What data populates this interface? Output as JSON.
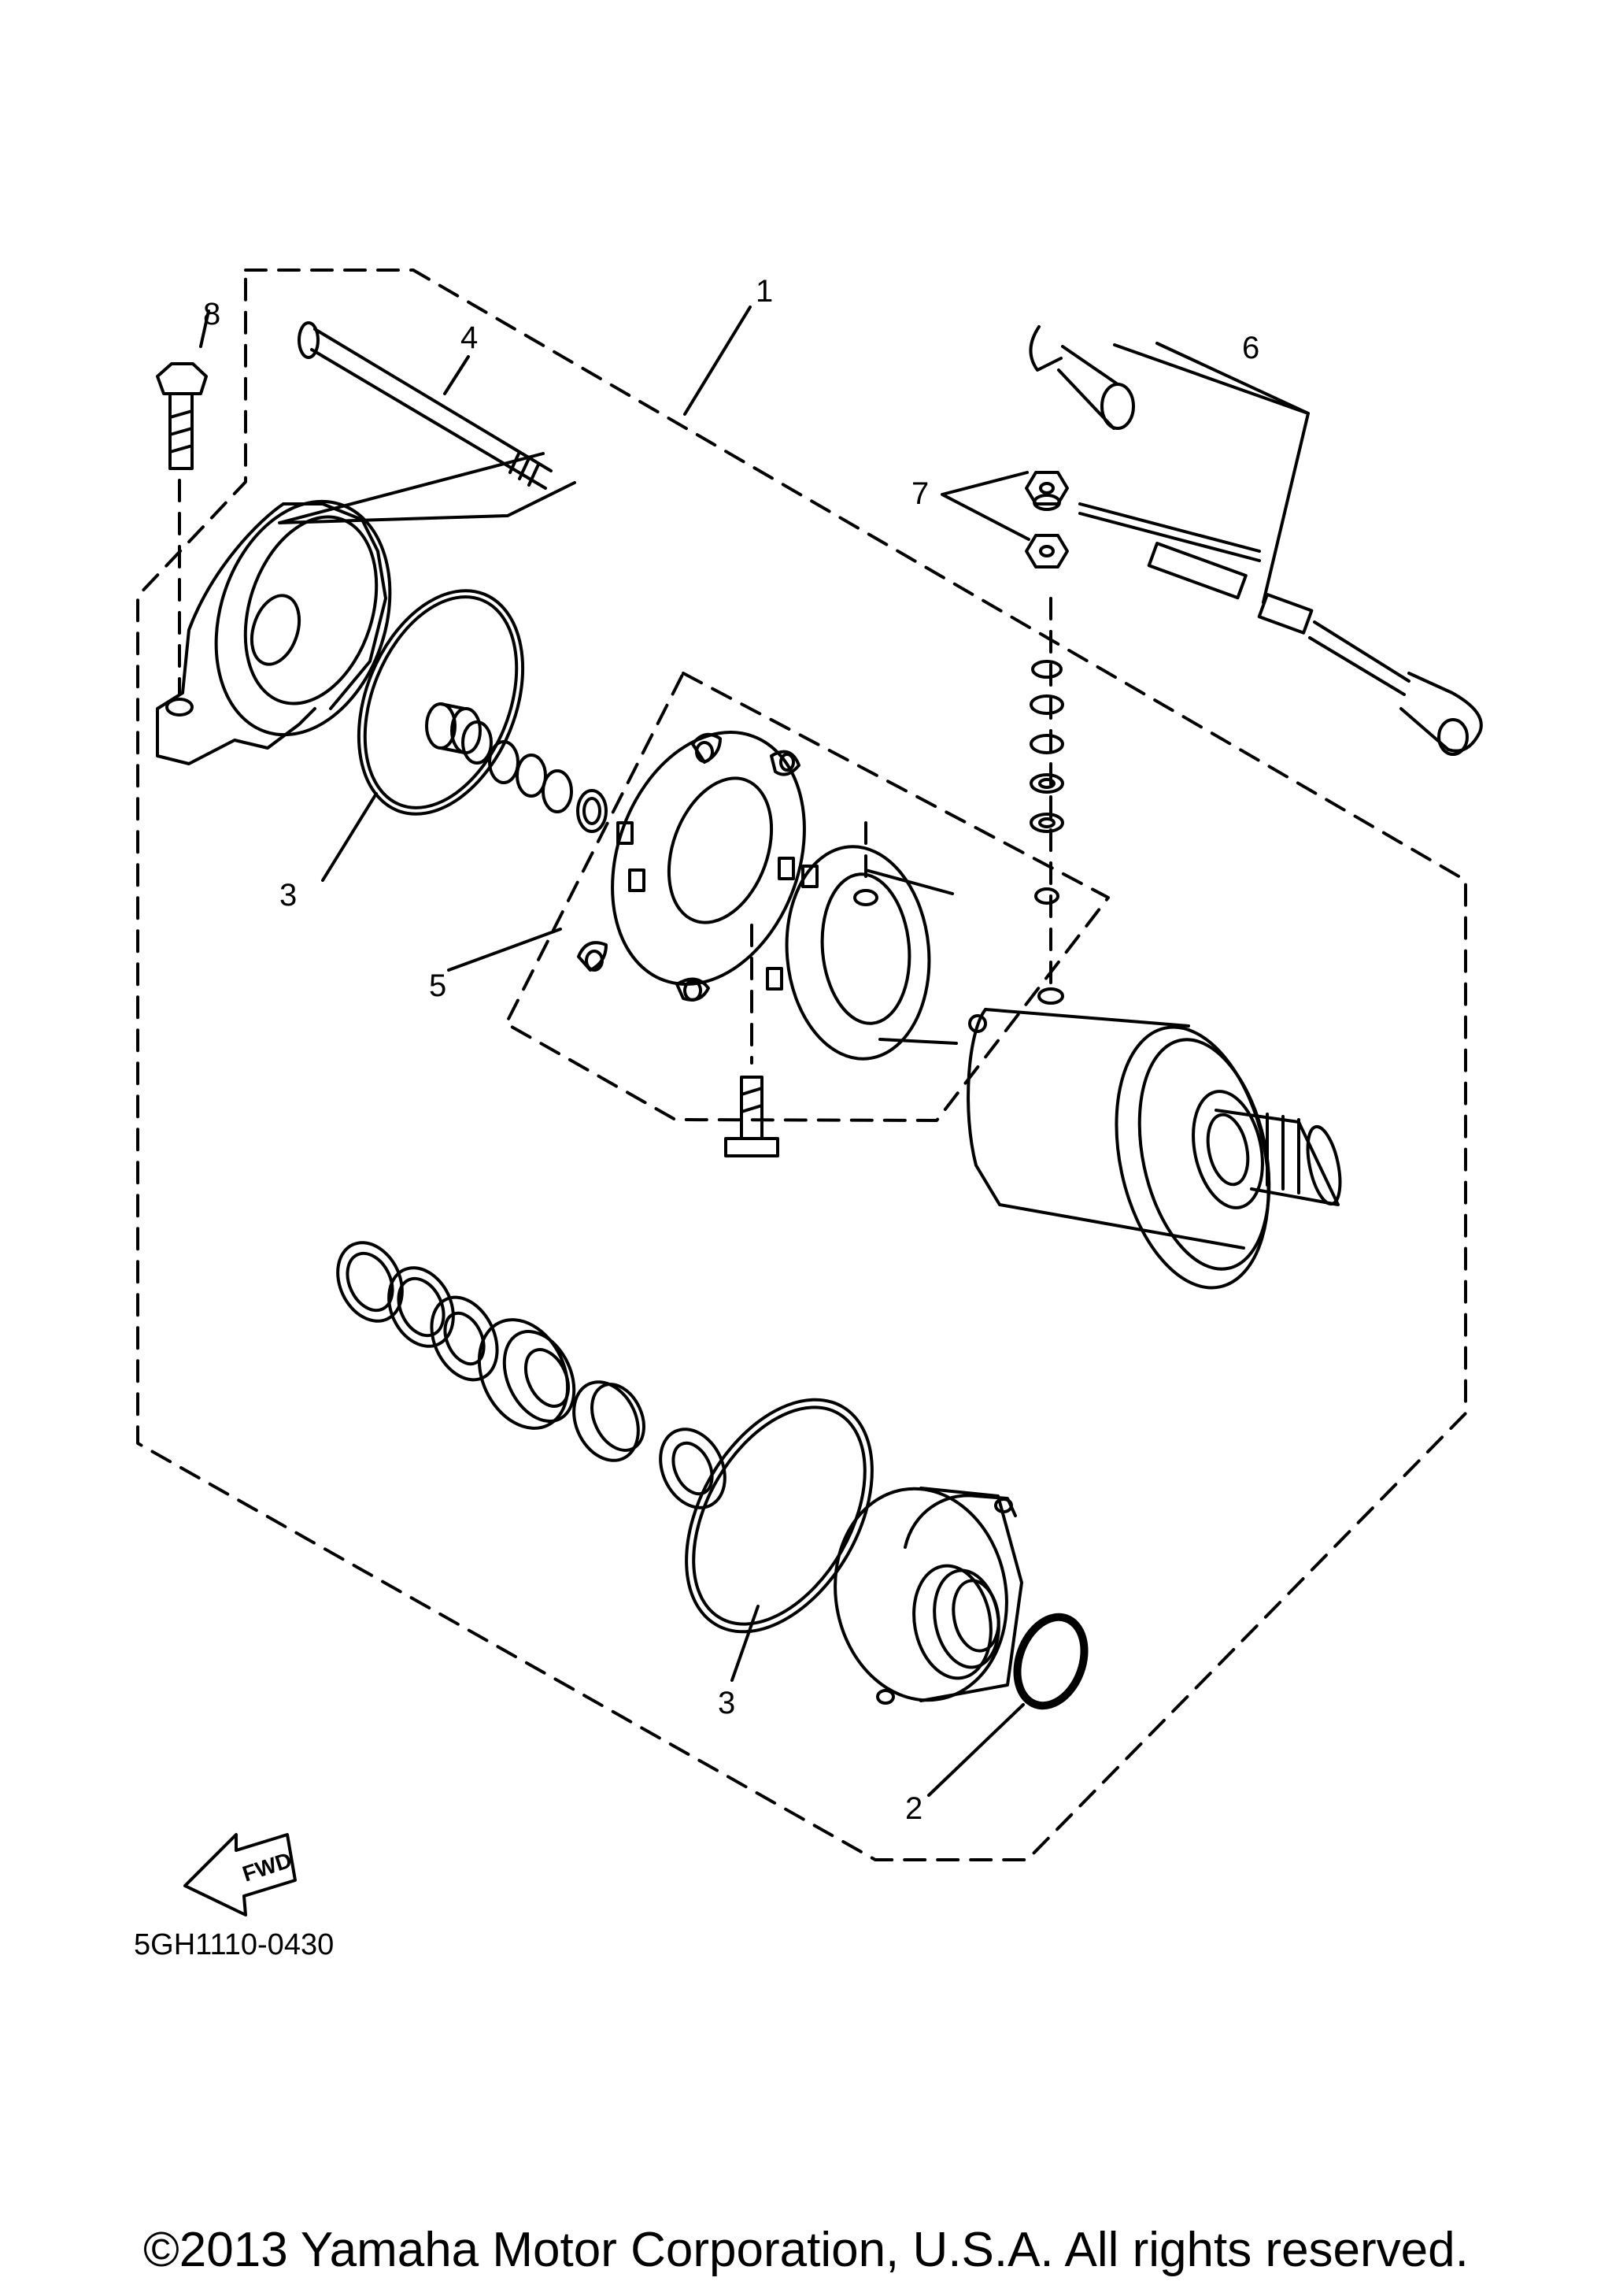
{
  "callouts": {
    "c1": "1",
    "c2": "2",
    "c3a": "3",
    "c3b": "3",
    "c4": "4",
    "c5": "5",
    "c6": "6",
    "c7": "7",
    "c8": "8"
  },
  "fwd_label": "FWD",
  "diagram_code": "5GH1110-0430",
  "copyright": "©2013 Yamaha Motor Corporation, U.S.A. All rights reserved."
}
